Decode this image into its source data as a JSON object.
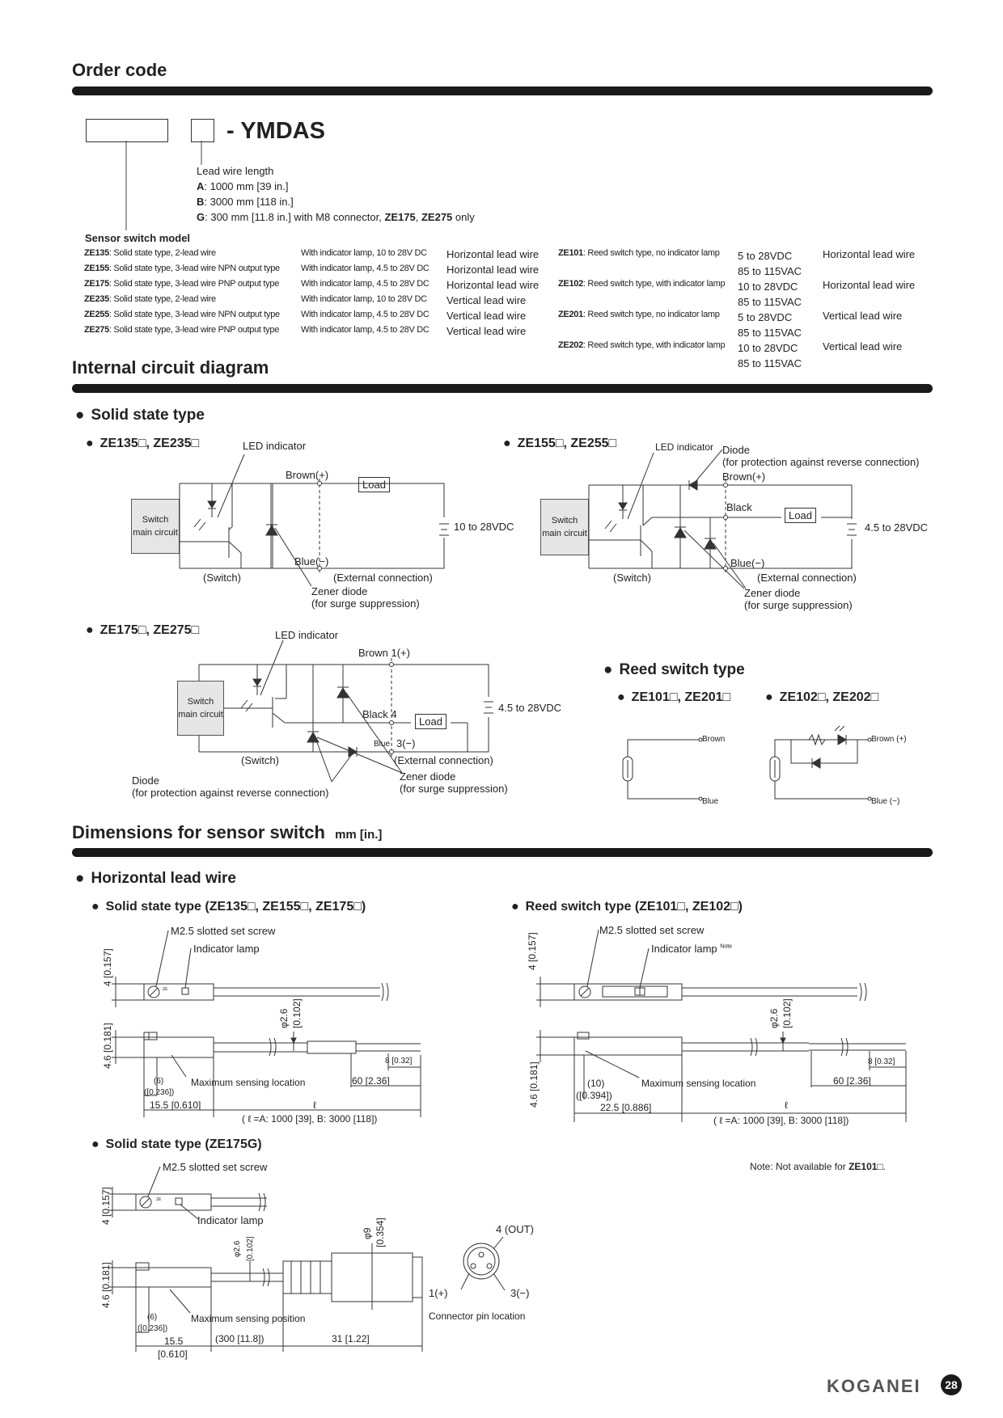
{
  "order_code": {
    "title": "Order code",
    "suffix": "- YMDAS",
    "lead_wire_title": "Lead wire length",
    "lead_wire": [
      {
        "code": "A",
        "text": ": 1000 mm [39 in.]"
      },
      {
        "code": "B",
        "text": ": 3000 mm [118 in.]"
      },
      {
        "code": "G",
        "text": ": 300 mm [11.8 in.] with M8 connector, ",
        "b1": "ZE175",
        "sep": ", ",
        "b2": "ZE275",
        "tail": " only"
      }
    ],
    "sensor_title": "Sensor switch model",
    "solid_rows": [
      {
        "model": "ZE135",
        "desc": ": Solid state type, 2-lead wire",
        "lamp": "With indicator lamp, 10 to 28V DC",
        "wire": "Horizontal lead wire"
      },
      {
        "model": "ZE155",
        "desc": ": Solid state type, 3-lead wire NPN output type",
        "lamp": "With indicator lamp, 4.5 to 28V DC",
        "wire": "Horizontal lead wire"
      },
      {
        "model": "ZE175",
        "desc": ": Solid state type, 3-lead wire PNP output type",
        "lamp": "With indicator lamp, 4.5 to 28V DC",
        "wire": "Horizontal lead wire"
      },
      {
        "model": "ZE235",
        "desc": ": Solid state type, 2-lead wire",
        "lamp": "With indicator lamp, 10 to 28V DC",
        "wire": "Vertical lead wire"
      },
      {
        "model": "ZE255",
        "desc": ": Solid state type, 3-lead wire NPN output type",
        "lamp": "With indicator lamp, 4.5 to 28V DC",
        "wire": "Vertical lead wire"
      },
      {
        "model": "ZE275",
        "desc": ": Solid state type, 3-lead wire PNP output type",
        "lamp": "With indicator lamp, 4.5 to 28V DC",
        "wire": "Vertical lead wire"
      }
    ],
    "reed_rows": [
      {
        "model": "ZE101",
        "desc": ": Reed switch type, no indicator lamp",
        "v1": "5 to 28VDC",
        "v2": "85 to 115VAC",
        "wire": "Horizontal lead wire"
      },
      {
        "model": "ZE102",
        "desc": ": Reed switch type, with indicator lamp",
        "v1": "10 to 28VDC",
        "v2": "85 to 115VAC",
        "wire": "Horizontal lead wire"
      },
      {
        "model": "ZE201",
        "desc": ": Reed switch type, no indicator lamp",
        "v1": "5 to 28VDC",
        "v2": "85 to 115VAC",
        "wire": "Vertical lead wire"
      },
      {
        "model": "ZE202",
        "desc": ": Reed switch type, with indicator lamp",
        "v1": "10 to 28VDC",
        "v2": "85 to 115VAC",
        "wire": "Vertical lead wire"
      }
    ]
  },
  "circuit": {
    "title": "Internal circuit diagram",
    "solid_title": "Solid state type",
    "d1": {
      "title": "ZE135□, ZE235□",
      "led": "LED indicator",
      "brown": "Brown",
      "plus": "(+)",
      "load": "Load",
      "voltage": "10 to 28VDC",
      "switch_circuit": "Switch main circuit",
      "blue": "Blue",
      "minus": "(−)",
      "switch": "(Switch)",
      "ext": "(External connection)",
      "zener": "Zener diode",
      "surge": "(for surge suppression)"
    },
    "d2": {
      "title": "ZE155□, ZE255□",
      "led": "LED indicator",
      "diode": "Diode",
      "protect": "(for protection against reverse connection)",
      "brown": "Brown",
      "plus": "(+)",
      "black": "Black",
      "load": "Load",
      "voltage": "4.5 to 28VDC",
      "switch_circuit": "Switch main circuit",
      "blue": "Blue",
      "minus": "(−)",
      "switch": "(Switch)",
      "ext": "(External connection)",
      "zener": "Zener diode",
      "surge": "(for surge suppression)"
    },
    "d3": {
      "title": "ZE175□, ZE275□",
      "led": "LED indicator",
      "brown": "Brown",
      "pin1": "1(+)",
      "black": "Black",
      "pin4": "4",
      "load": "Load",
      "voltage": "4.5 to 28VDC",
      "switch_circuit": "Switch main circuit",
      "blue": "Blue",
      "pin3": "3(−)",
      "switch": "(Switch)",
      "ext": "(External connection)",
      "zener": "Zener diode",
      "surge": "(for surge suppression)",
      "diode": "Diode",
      "protect": "(for protection against reverse connection)"
    },
    "reed_title": "Reed switch type",
    "r1": {
      "title": "ZE101□, ZE201□",
      "brown": "Brown",
      "blue": "Blue"
    },
    "r2": {
      "title": "ZE102□, ZE202□",
      "brown": "Brown (+)",
      "blue": "Blue (−)"
    }
  },
  "dimensions": {
    "title": "Dimensions for sensor switch",
    "unit": "mm [in.]",
    "horizontal": "Horizontal lead wire",
    "solid_h": "Solid state type (ZE135□, ZE155□, ZE175□)",
    "reed_h": "Reed switch type (ZE101□, ZE102□)",
    "solid_g": "Solid state type (ZE175G)",
    "screw": "M2.5 slotted set screw",
    "lamp": "Indicator lamp",
    "note_sup": "Note",
    "dim_4": "4 [0.157]",
    "dim_46": "4.6 [0.181]",
    "dim_26": "φ2.6",
    "dim_26b": "[0.102]",
    "dim_8": "8 [0.32]",
    "dim_60": "60 [2.36]",
    "max_loc": "Maximum sensing location",
    "max_pos": "Maximum sensing position",
    "dim_6": "(6)",
    "dim_6b": "([0.236])",
    "dim_155": "15.5 [0.610]",
    "dim_155a": "15.5",
    "dim_155b": "[0.610]",
    "dim_10": "(10)",
    "dim_10b": "([0.394])",
    "dim_225": "22.5 [0.886]",
    "ell": "ℓ",
    "ell_note": "( ℓ =A: 1000 [39], B: 3000 [118])",
    "dim_9": "φ9",
    "dim_9b": "[0.354]",
    "dim_300": "(300 [11.8])",
    "dim_31": "31 [1.22]",
    "pin4": "4 (OUT)",
    "pin1": "1(+)",
    "pin3": "3(−)",
    "pin_loc": "Connector pin location",
    "note_pre": "Note: Not available for ",
    "note_model": "ZE101□",
    "note_end": "."
  },
  "footer": {
    "brand": "KOGANEI",
    "page": "28"
  }
}
